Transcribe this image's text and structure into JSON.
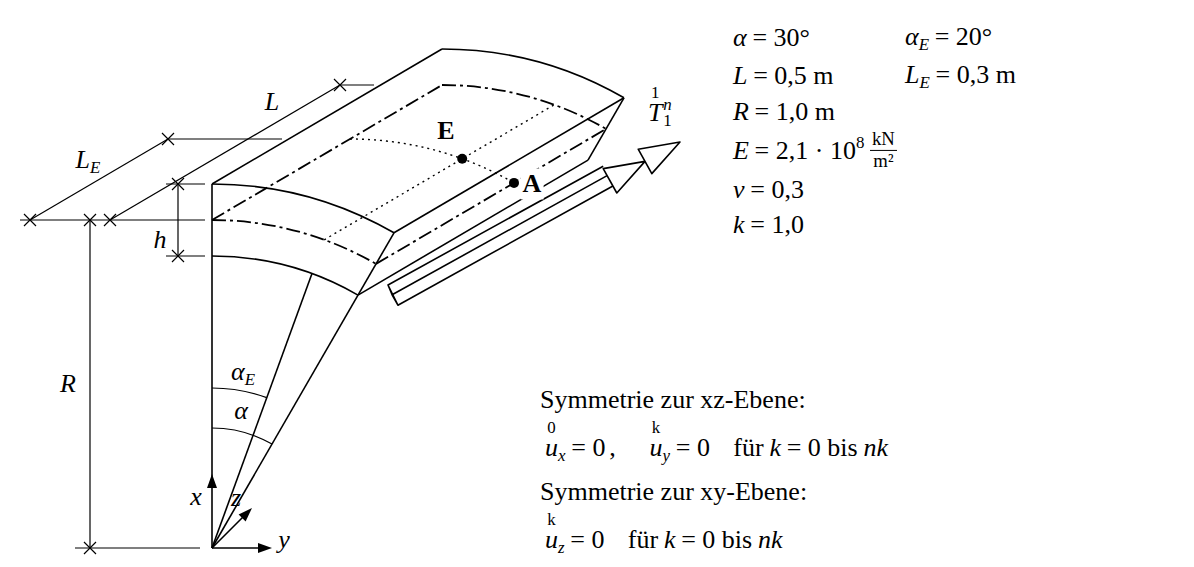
{
  "diagram": {
    "labels": [
      "α",
      "= 30°",
      "α",
      "E",
      "= 20°",
      "L",
      "= 0,5 m",
      "L",
      "E",
      "= 0,3 m",
      "R",
      "= 1,0 m",
      "E",
      "= 2,1 · 10",
      "8",
      "kN",
      "m²",
      "ν",
      "= 0,3",
      "k",
      "= 1,0",
      "Symmetrie zur xz-Ebene:",
      "0",
      "u",
      "x",
      "= 0",
      ",",
      "k",
      "u",
      "y",
      "= 0",
      "für",
      "k",
      "= 0 bis",
      "nk",
      "Symmetrie zur xy-Ebene:",
      "k",
      "u",
      "z",
      "= 0",
      "für",
      "k",
      "= 0 bis",
      "nk",
      "L",
      "E",
      "L",
      "h",
      "R",
      "α",
      "E",
      "α",
      "x",
      "y",
      "z",
      "E",
      "A",
      "1",
      "T",
      "n",
      "1"
    ]
  }
}
